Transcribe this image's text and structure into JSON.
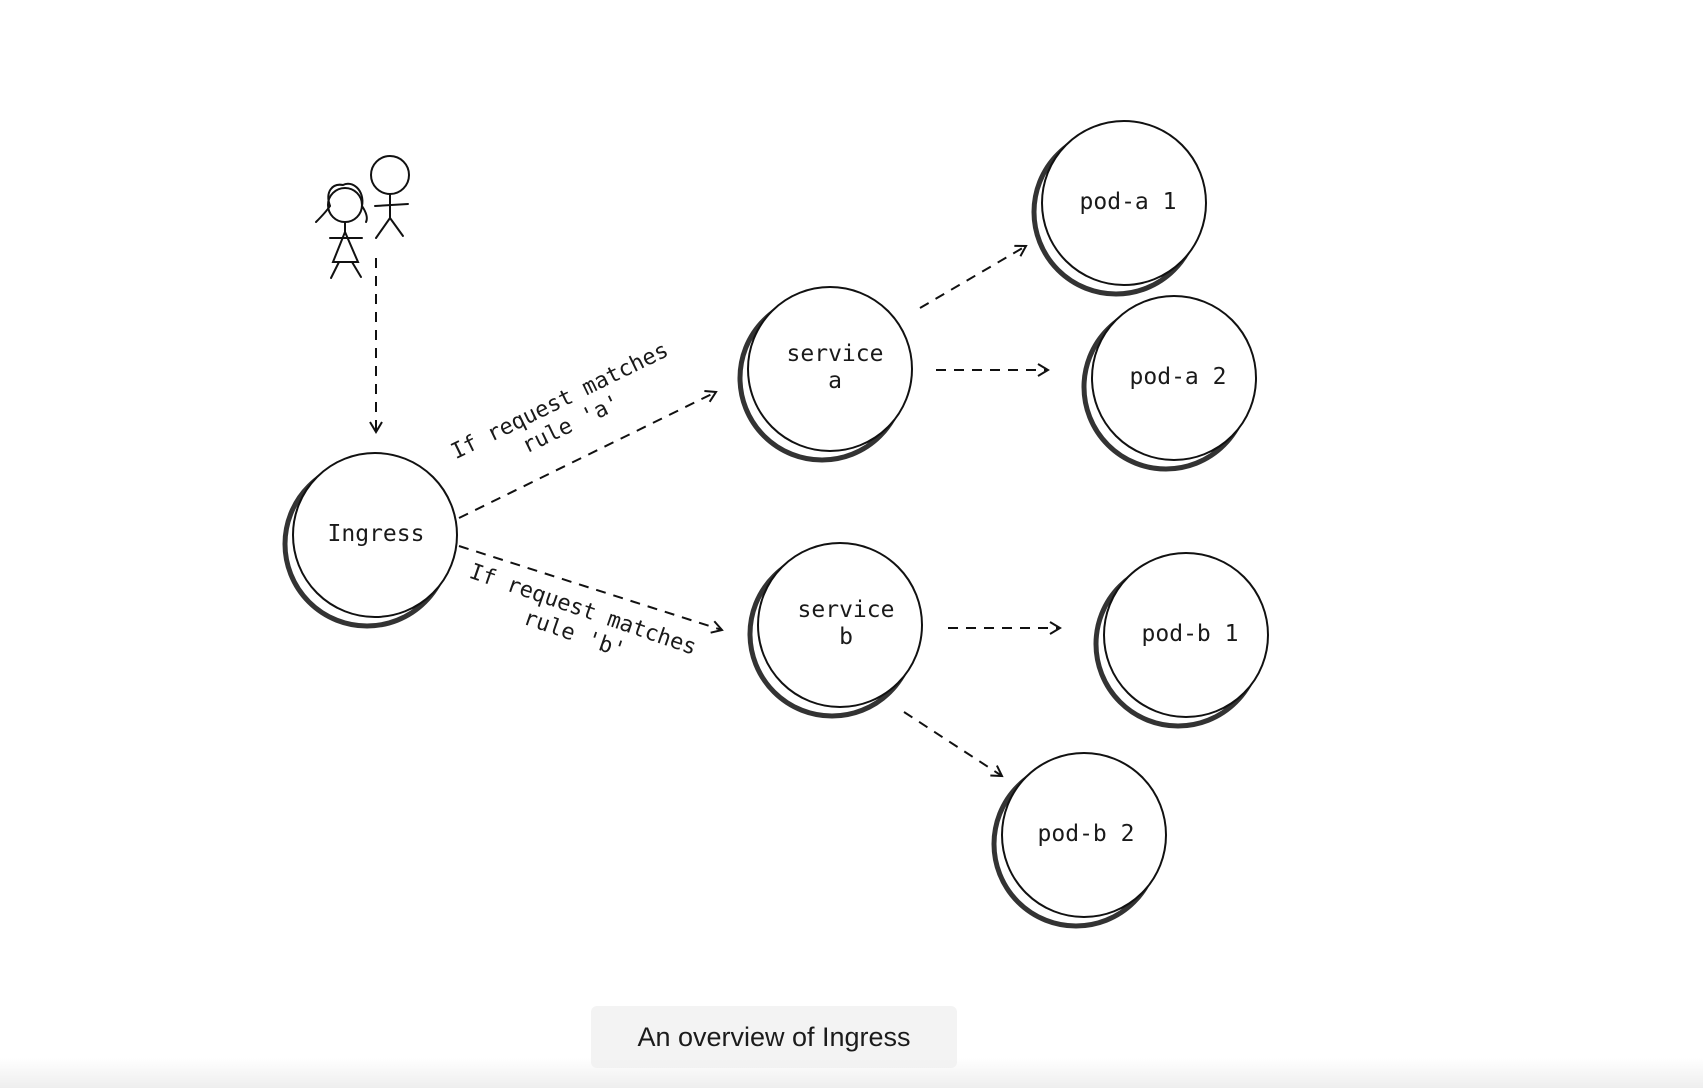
{
  "caption": "An overview of Ingress",
  "nodes": {
    "ingress": "Ingress",
    "service_a": [
      "service",
      "a"
    ],
    "service_b": [
      "service",
      "b"
    ],
    "pod_a1": "pod-a 1",
    "pod_a2": "pod-a 2",
    "pod_b1": "pod-b 1",
    "pod_b2": "pod-b 2"
  },
  "edges": {
    "rule_a": [
      "If request matches",
      "rule 'a'"
    ],
    "rule_b": [
      "If request matches",
      "rule 'b'"
    ]
  },
  "icons": {
    "users": "users-icon"
  },
  "colors": {
    "stroke": "#111111",
    "caption_bg": "#f3f3f3"
  }
}
